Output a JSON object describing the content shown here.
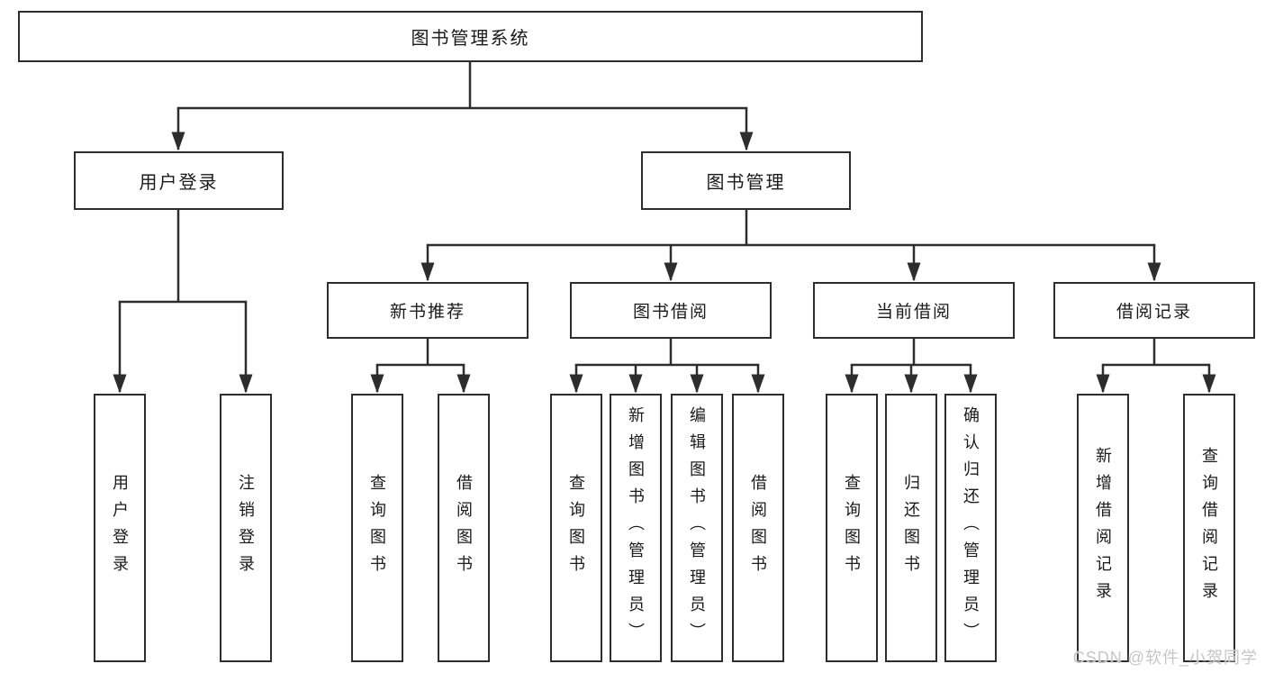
{
  "tree": {
    "root": {
      "label": "图书管理系统"
    },
    "branches": [
      {
        "label": "用户登录",
        "children": [
          {
            "label": "用户登录"
          },
          {
            "label": "注销登录"
          }
        ]
      },
      {
        "label": "图书管理",
        "children": [
          {
            "label": "新书推荐",
            "children": [
              {
                "label": "查询图书"
              },
              {
                "label": "借阅图书"
              }
            ]
          },
          {
            "label": "图书借阅",
            "children": [
              {
                "label": "查询图书"
              },
              {
                "label": "新增图书（管理员）"
              },
              {
                "label": "编辑图书（管理员）"
              },
              {
                "label": "借阅图书"
              }
            ]
          },
          {
            "label": "当前借阅",
            "children": [
              {
                "label": "查询图书"
              },
              {
                "label": "归还图书"
              },
              {
                "label": "确认归还（管理员）"
              }
            ]
          },
          {
            "label": "借阅记录",
            "children": [
              {
                "label": "新增借阅记录"
              },
              {
                "label": "查询借阅记录"
              }
            ]
          }
        ]
      }
    ]
  },
  "watermark": {
    "text": "CSDN @软件_小贺同学"
  },
  "colors": {
    "line": "#2d2d2d",
    "box_border": "#2d2d2d",
    "text": "#1a1a1a",
    "watermark": "#c6c6c6",
    "background": "#ffffff"
  }
}
